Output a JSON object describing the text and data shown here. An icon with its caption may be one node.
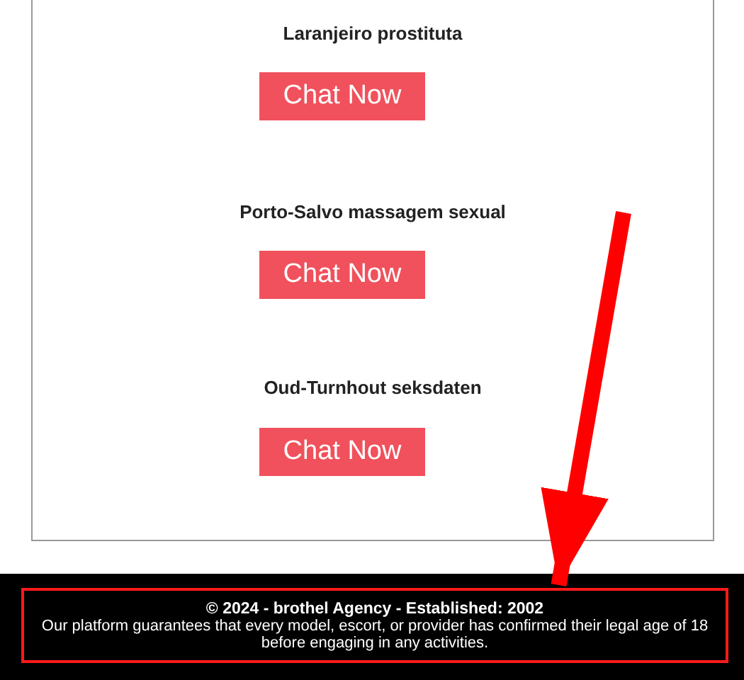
{
  "diagram": {
    "nodes": [
      {
        "text": [],
        "shape": "box"
      },
      {
        "text": [
          "Chat Now"
        ],
        "in": 0,
        "beside": [
          "Laranjeiro prostituta"
        ]
      },
      {
        "text": [
          "Chat Now"
        ],
        "in": 0,
        "beside": [
          "Porto-Salvo massagem sexual"
        ]
      },
      {
        "text": [
          "Chat Now"
        ],
        "in": 0,
        "beside": [
          "Oud-Turnhout seksdaten"
        ]
      },
      {
        "text": [
          "© 2024 - brothel Agency - Established: 2002",
          "Our platform guarantees that every model, escort, or provider has confirmed their legal age of 18 before engaging in any activities."
        ]
      }
    ],
    "edges": [
      {
        "from": null,
        "to": 4,
        "arrow": "to",
        "color": "#ff0000"
      }
    ]
  }
}
